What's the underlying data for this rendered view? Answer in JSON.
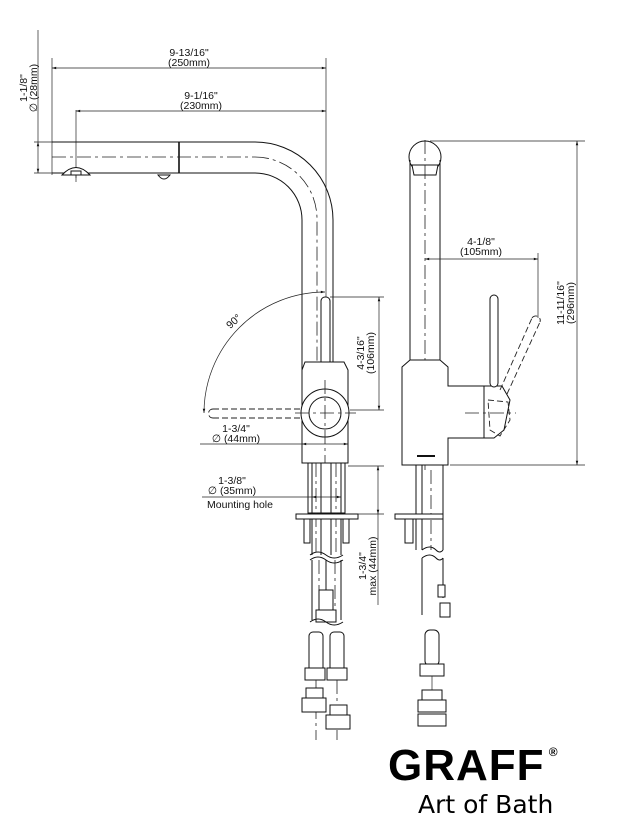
{
  "drawing": {
    "title": "Pull-out kitchen faucet dimension drawing",
    "front_view": {
      "overall_reach": {
        "imperial": "9-13/16\"",
        "metric": "(250mm)"
      },
      "spout_reach": {
        "imperial": "9-1/16\"",
        "metric": "(230mm)"
      },
      "spout_diameter": {
        "imperial": "1-1/8\"",
        "metric": "∅ (28mm)"
      },
      "handle_rotation": "90°",
      "handle_height": {
        "imperial": "4-3/16\"",
        "metric": "(106mm)"
      },
      "body_diameter": {
        "imperial": "1-3/4\"",
        "metric": "∅ (44mm)"
      },
      "mounting_hole": {
        "imperial": "1-3/8\"",
        "metric": "∅ (35mm)",
        "label": "Mounting hole"
      },
      "max_deck_thickness": {
        "imperial": "1-3/4\"",
        "metric": "max (44mm)"
      }
    },
    "side_view": {
      "handle_reach": {
        "imperial": "4-1/8\"",
        "metric": "(105mm)"
      },
      "overall_height": {
        "imperial": "11-11/16\"",
        "metric": "(296mm)"
      }
    }
  },
  "brand": {
    "name": "GRAFF",
    "registered": "®",
    "tagline": "Art of Bath"
  }
}
